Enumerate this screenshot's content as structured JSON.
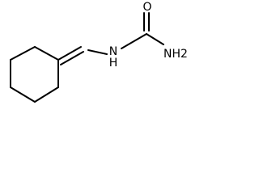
{
  "molecule": {
    "atoms": {
      "oxygen": "O",
      "nh": "N",
      "h": "H",
      "nh2": "NH2"
    },
    "colors": {
      "bond": "#000000",
      "text": "#000000",
      "background": "#ffffff"
    }
  }
}
